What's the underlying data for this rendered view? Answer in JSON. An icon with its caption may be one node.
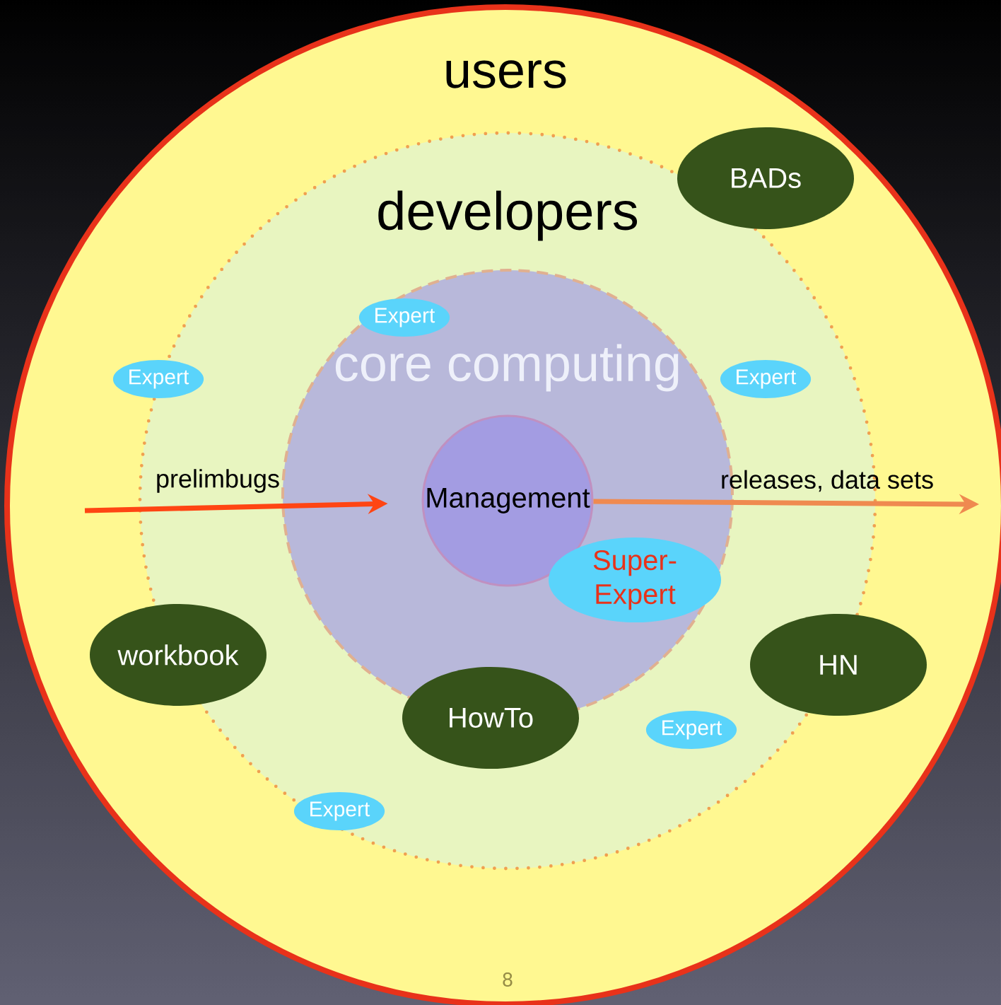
{
  "diagram": {
    "nodes": [
      {
        "text": [
          "users"
        ]
      },
      {
        "text": [
          "developers"
        ],
        "in": 0
      },
      {
        "text": [
          "core computing"
        ],
        "in": 1
      },
      {
        "text": [
          "Management"
        ],
        "in": 2
      },
      {
        "text": [
          "Super-Expert"
        ],
        "in": 2
      },
      {
        "text": [
          "Expert"
        ],
        "in": 2
      },
      {
        "text": [
          "Expert"
        ],
        "in": 1
      },
      {
        "text": [
          "Expert"
        ],
        "in": 1
      },
      {
        "text": [
          "BADs"
        ],
        "in": 0
      },
      {
        "text": [
          "workbook"
        ],
        "in": 0
      },
      {
        "text": [
          "HowTo"
        ],
        "in": 1
      },
      {
        "text": [
          "HN"
        ],
        "in": 0
      },
      {
        "text": [
          "Expert"
        ],
        "in": 1
      },
      {
        "text": [
          "Expert"
        ],
        "in": 1
      }
    ],
    "edges": [
      {
        "from": null,
        "to": 3,
        "arrow": "to",
        "label": "prelimbugs",
        "color": "#ff4513"
      },
      {
        "from": 3,
        "to": null,
        "arrow": "to",
        "label": "releases, data sets",
        "color": "#ef8a50"
      }
    ],
    "labels": [
      "8"
    ]
  }
}
